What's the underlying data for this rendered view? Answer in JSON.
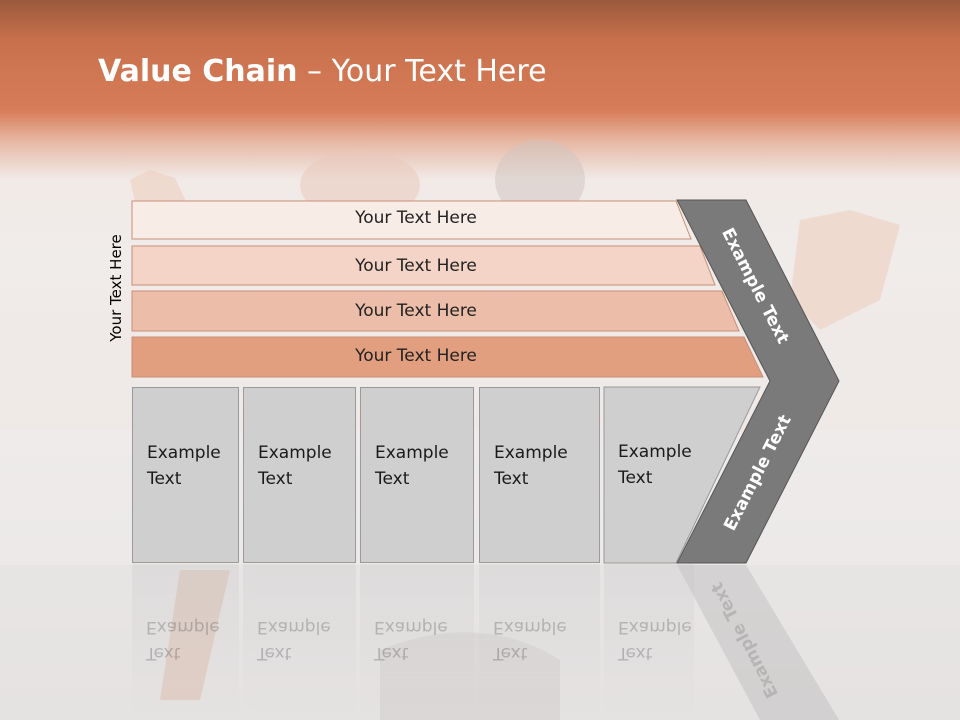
{
  "title": {
    "bold": "Value Chain",
    "rest": " – Your Text Here"
  },
  "vertical_label": "Your Text Here",
  "bands": [
    {
      "label": "Your Text Here",
      "color": "#f8ece7"
    },
    {
      "label": "Your Text Here",
      "color": "#f3d4c6"
    },
    {
      "label": "Your Text Here",
      "color": "#ecbda8"
    },
    {
      "label": "Your Text Here",
      "color": "#e29f80"
    }
  ],
  "boxes": [
    {
      "line1": "Example",
      "line2": "Text"
    },
    {
      "line1": "Example",
      "line2": "Text"
    },
    {
      "line1": "Example",
      "line2": "Text"
    },
    {
      "line1": "Example",
      "line2": "Text"
    },
    {
      "line1": "Example",
      "line2": "Text"
    }
  ],
  "chevron": {
    "upper_text": "Example Text",
    "lower_text": "Example Text",
    "color": "#7a7a7a"
  }
}
